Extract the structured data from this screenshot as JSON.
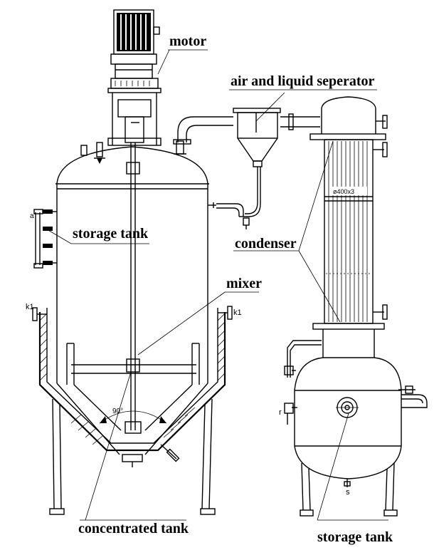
{
  "labels": {
    "motor": "motor",
    "separator": "air and liquid seperator",
    "storage_tank_left": "storage tank",
    "condenser": "condenser",
    "mixer": "mixer",
    "concentrated_tank": "concentrated tank",
    "storage_tank_right": "storage tank"
  },
  "marks": {
    "k1_left": "k1",
    "k1_right": "k1",
    "a": "a",
    "angle": "90°",
    "condenser_dim": "ø400x3",
    "r": "r",
    "s": "s"
  }
}
